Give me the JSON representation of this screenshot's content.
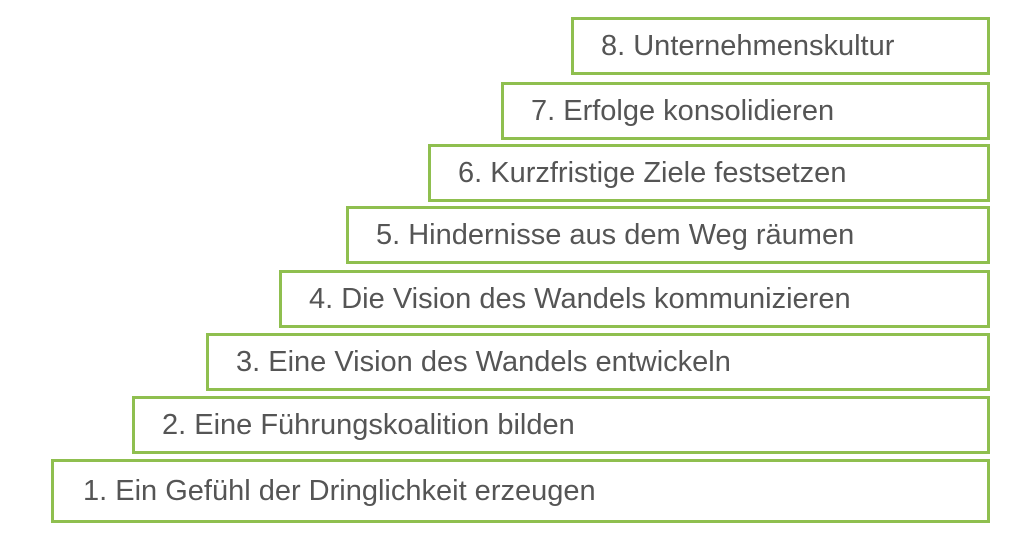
{
  "steps": [
    {
      "label": "1. Ein Gefühl der Dringlichkeit erzeugen"
    },
    {
      "label": "2. Eine Führungskoalition bilden"
    },
    {
      "label": "3. Eine Vision des Wandels entwickeln"
    },
    {
      "label": "4. Die Vision des Wandels kommunizieren"
    },
    {
      "label": "5. Hindernisse aus dem Weg räumen"
    },
    {
      "label": "6. Kurzfristige Ziele festsetzen"
    },
    {
      "label": "7. Erfolge konsolidieren"
    },
    {
      "label": "8. Unternehmenskultur"
    }
  ],
  "colors": {
    "border": "#8fbf4f",
    "text": "#555555",
    "background": "#ffffff"
  }
}
